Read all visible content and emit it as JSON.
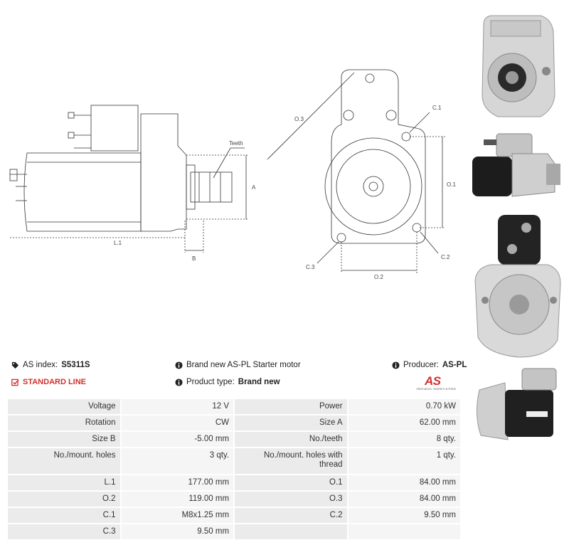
{
  "drawing": {
    "labels": {
      "teeth": "Teeth",
      "a": "A",
      "b": "B",
      "l1": "L.1",
      "o3": "O.3",
      "c1": "C.1",
      "o1": "O.1",
      "c2": "C.2",
      "c3": "C.3",
      "o2": "O.2"
    }
  },
  "info": {
    "as_index_label": "AS index:",
    "as_index_value": "S5311S",
    "description": "Brand new AS-PL Starter motor",
    "producer_label": "Producer:",
    "producer_value": "AS-PL",
    "standard_line": "STANDARD LINE",
    "product_type_label": "Product type:",
    "product_type_value": "Brand new"
  },
  "logo": {
    "brand": "AS",
    "tagline": "Alternators, Starters & Parts"
  },
  "specs": [
    {
      "k1": "Voltage",
      "v1": "12 V",
      "k2": "Power",
      "v2": "0.70 kW"
    },
    {
      "k1": "Rotation",
      "v1": "CW",
      "k2": "Size A",
      "v2": "62.00 mm"
    },
    {
      "k1": "Size B",
      "v1": "-5.00 mm",
      "k2": "No./teeth",
      "v2": "8 qty."
    },
    {
      "k1": "No./mount. holes",
      "v1": "3 qty.",
      "k2": "No./mount. holes with thread",
      "v2": "1 qty."
    },
    {
      "k1": "L.1",
      "v1": "177.00 mm",
      "k2": "O.1",
      "v2": "84.00 mm"
    },
    {
      "k1": "O.2",
      "v1": "119.00 mm",
      "k2": "O.3",
      "v2": "84.00 mm"
    },
    {
      "k1": "C.1",
      "v1": "M8x1.25 mm",
      "k2": "C.2",
      "v2": "9.50 mm"
    },
    {
      "k1": "C.3",
      "v1": "9.50 mm",
      "k2": "",
      "v2": ""
    }
  ],
  "colors": {
    "accent": "#d32f2f",
    "key_bg": "#ebebeb",
    "value_bg": "#f5f5f5"
  }
}
